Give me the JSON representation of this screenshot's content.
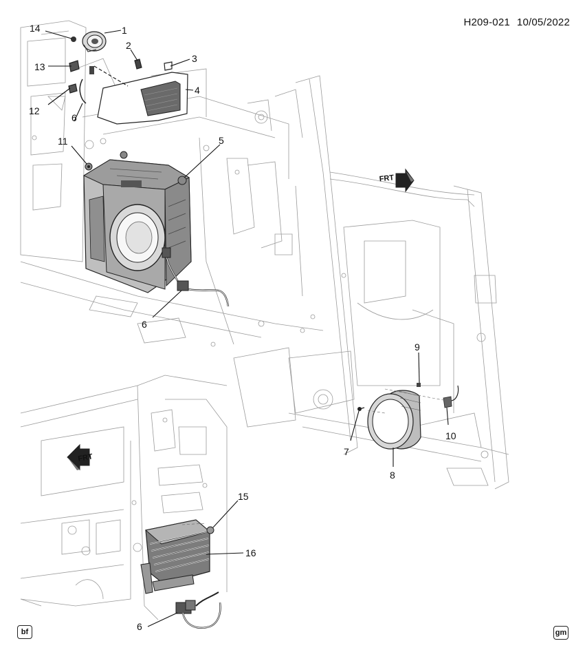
{
  "header": {
    "drawing_number": "H209-021",
    "date": "10/05/2022"
  },
  "callouts": [
    {
      "id": "c1",
      "label": "1"
    },
    {
      "id": "c2",
      "label": "2"
    },
    {
      "id": "c3",
      "label": "3"
    },
    {
      "id": "c4",
      "label": "4"
    },
    {
      "id": "c5",
      "label": "5"
    },
    {
      "id": "c6a",
      "label": "6"
    },
    {
      "id": "c6b",
      "label": "6"
    },
    {
      "id": "c6c",
      "label": "6"
    },
    {
      "id": "c7",
      "label": "7"
    },
    {
      "id": "c8",
      "label": "8"
    },
    {
      "id": "c9",
      "label": "9"
    },
    {
      "id": "c10",
      "label": "10"
    },
    {
      "id": "c11",
      "label": "11"
    },
    {
      "id": "c12",
      "label": "12"
    },
    {
      "id": "c13",
      "label": "13"
    },
    {
      "id": "c14",
      "label": "14"
    },
    {
      "id": "c15",
      "label": "15"
    },
    {
      "id": "c16",
      "label": "16"
    }
  ],
  "direction_arrows": {
    "right_view": "FRT",
    "lower_view": "FRT"
  },
  "badges": {
    "left": "bf",
    "right": "gm"
  }
}
